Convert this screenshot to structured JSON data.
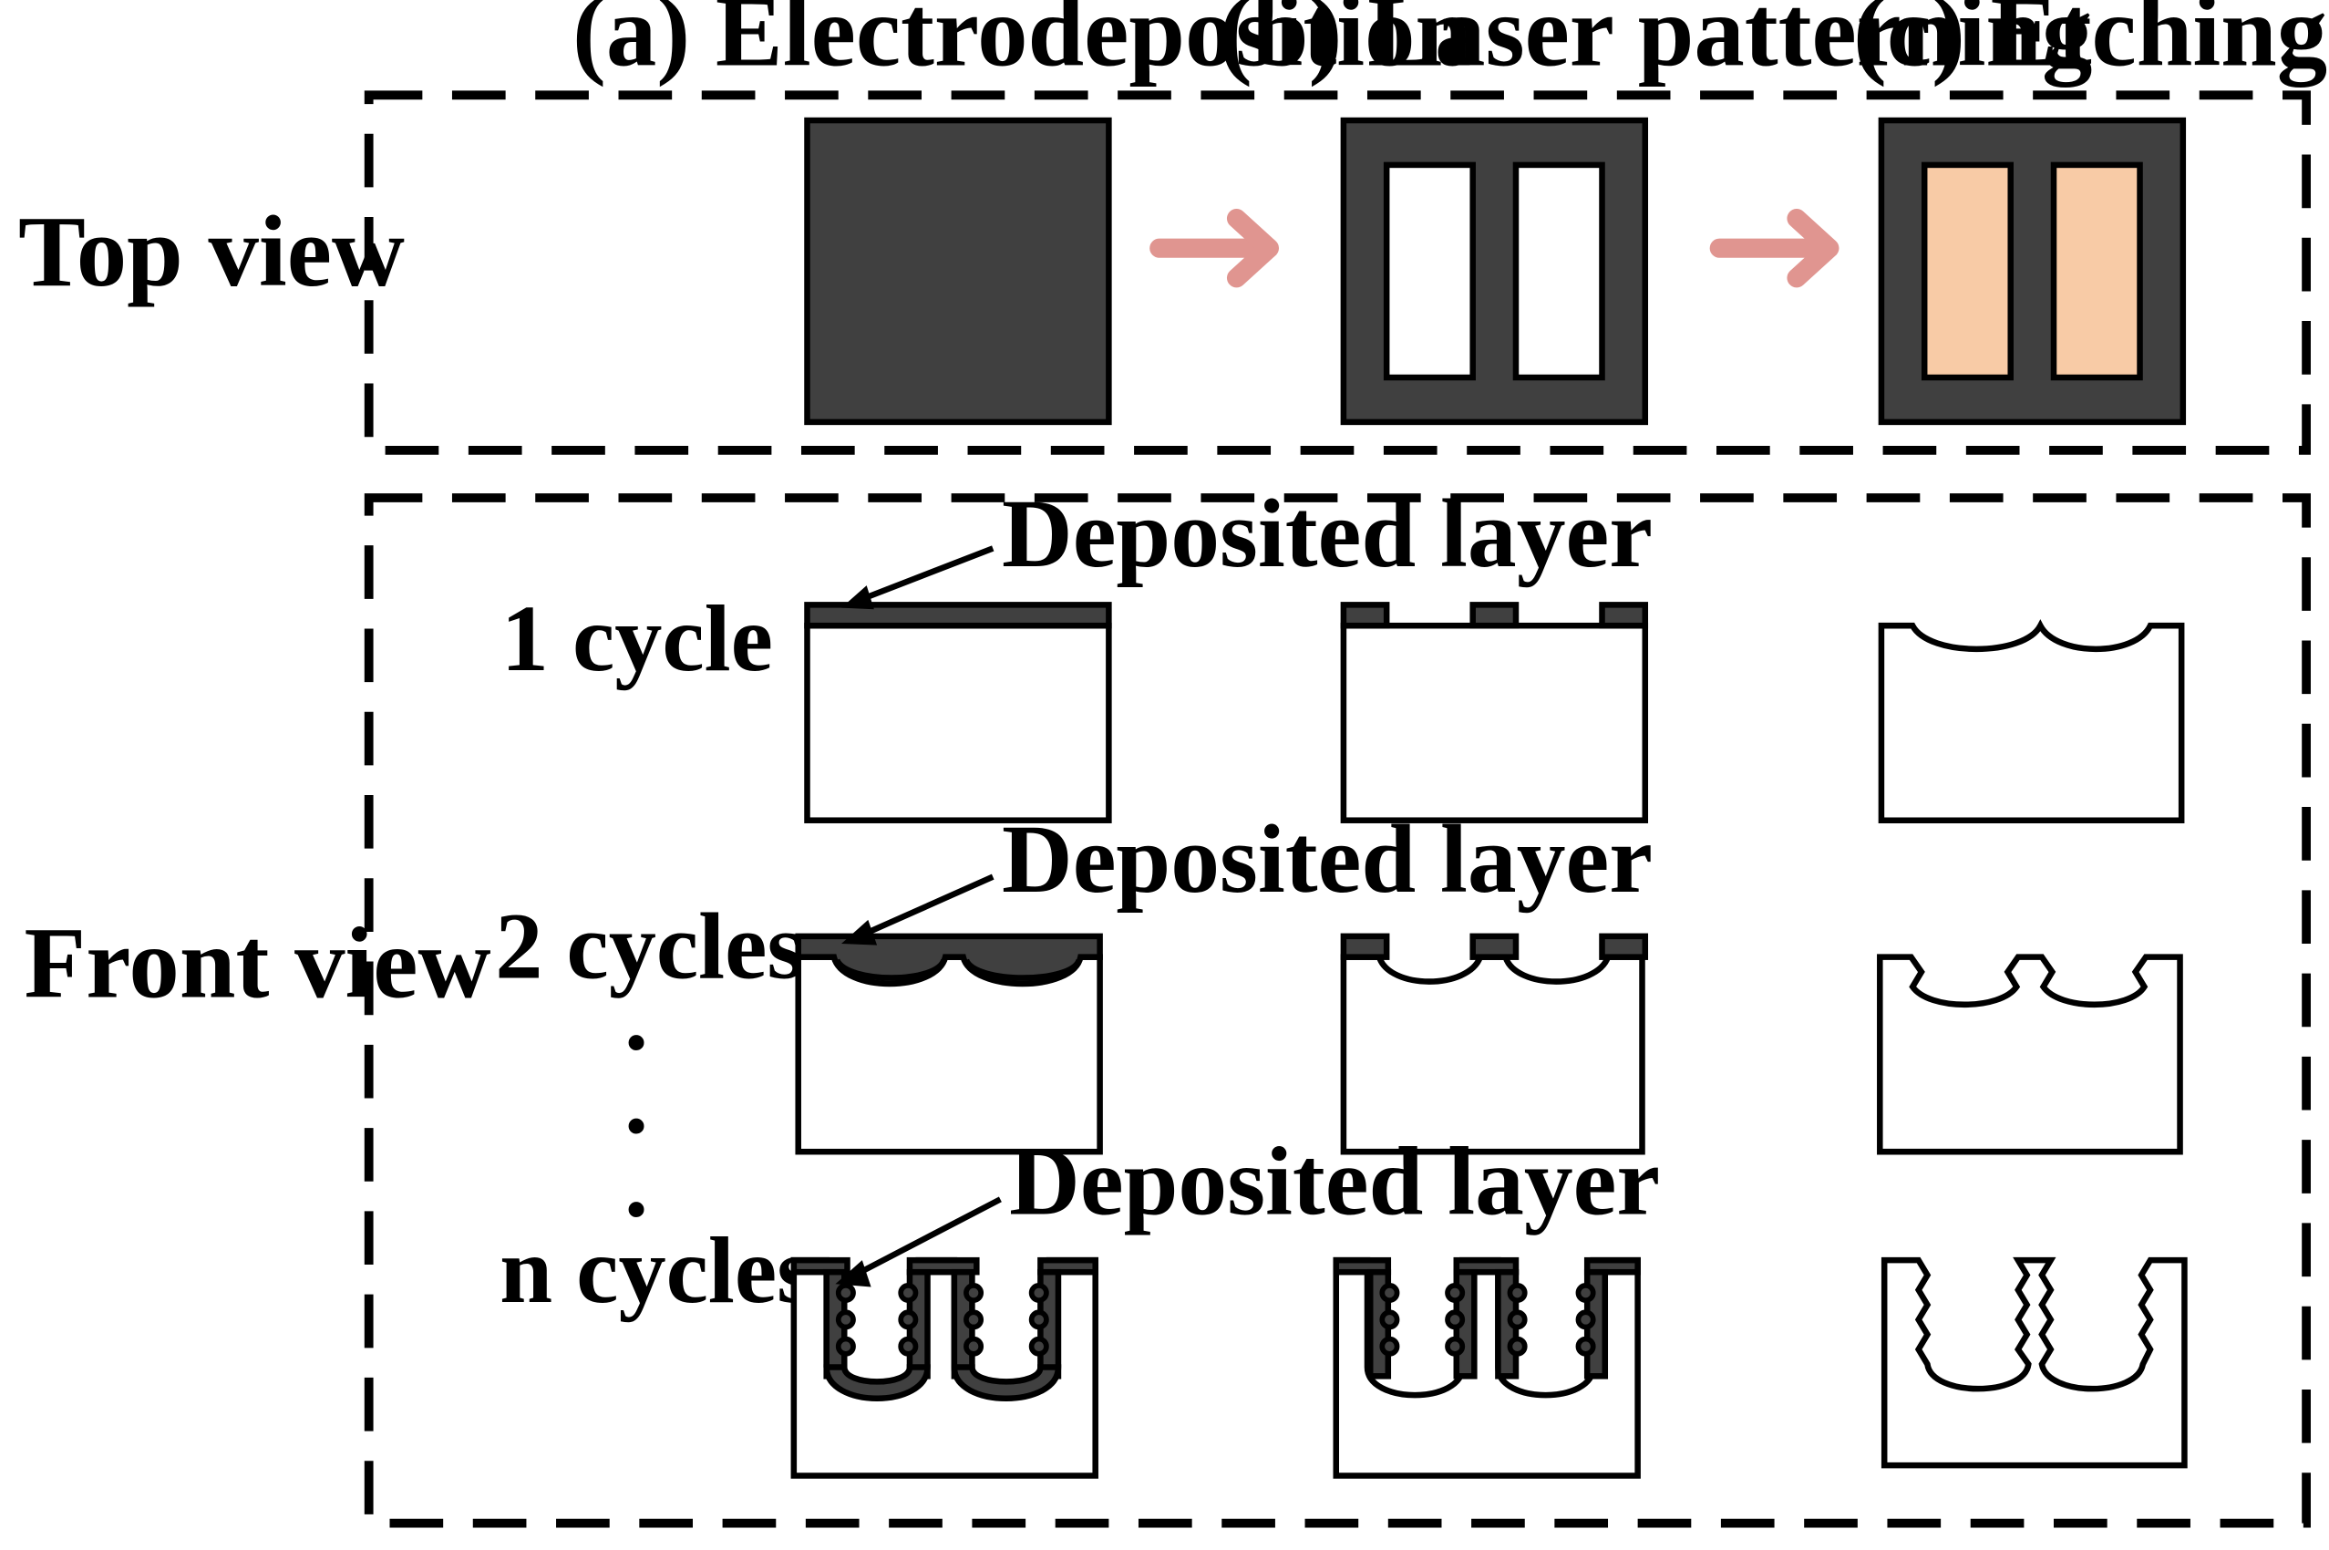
{
  "steps": {
    "a": "(a) Electrodeposition",
    "b": "(b) Laser patterning",
    "c": "(c) Etching"
  },
  "views": {
    "top": "Top view",
    "front": "Front view"
  },
  "cycles": {
    "one": "1 cycle",
    "two": "2 cycles",
    "n": "n cycles",
    "ellipsis": "."
  },
  "annotation": "Deposited layer",
  "colors": {
    "deposited_layer": "#404040",
    "etched_area": "#f8cba6",
    "arrow": "#e09590",
    "substrate": "#ffffff",
    "outline": "#000000"
  }
}
